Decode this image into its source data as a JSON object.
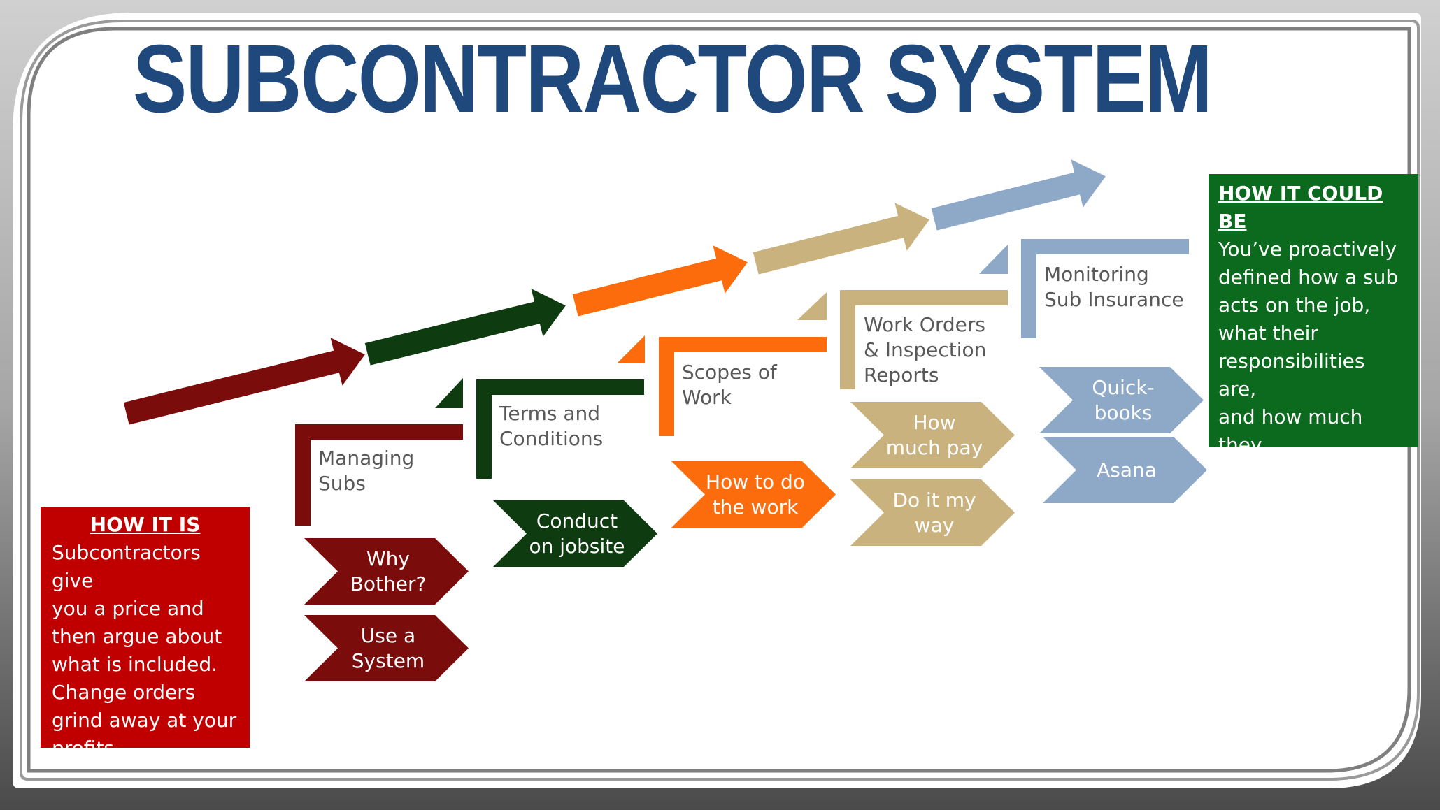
{
  "title": "SUBCONTRACTOR SYSTEM",
  "how_it_is": {
    "heading": "HOW IT IS",
    "text": "Subcontractors give\nyou a price and\nthen argue about\nwhat is included.\nChange orders\ngrind away at your\nprofits.",
    "color": "#c00000"
  },
  "how_it_could_be": {
    "heading": "HOW IT COULD BE",
    "text": "You’ve proactively\ndefined how a sub\nacts on the job,\nwhat their\nresponsibilities are,\nand how much they\nare going to get\npaid.",
    "color": "#0b6a1e"
  },
  "steps": [
    {
      "label": "Managing\nSubs",
      "color": "#7b0c0c",
      "icon": "bracket-step-icon",
      "chevrons": [
        "Why\nBother?",
        "Use a\nSystem"
      ]
    },
    {
      "label": "Terms and\nConditions",
      "color": "#0e3b10",
      "icon": "bracket-step-icon",
      "chevrons": [
        "Conduct\non jobsite"
      ]
    },
    {
      "label": "Scopes of\nWork",
      "color": "#fd6c0c",
      "icon": "bracket-step-icon",
      "chevrons": [
        "How to do\nthe work"
      ]
    },
    {
      "label": "Work Orders\n& Inspection\nReports",
      "color": "#c9b27e",
      "icon": "bracket-step-icon",
      "chevrons": [
        "How\nmuch pay",
        "Do it my\nway"
      ]
    },
    {
      "label": "Monitoring\nSub Insurance",
      "color": "#8ea9c8",
      "icon": "bracket-step-icon",
      "chevrons": [
        "Quick-\nbooks",
        "Asana"
      ]
    }
  ],
  "arrow_colors": [
    "#7b0c0c",
    "#0e3b10",
    "#fd6c0c",
    "#c9b27e",
    "#8ea9c8"
  ],
  "icons": [
    "rising-arrow-icon",
    "chevron-shape-icon",
    "corner-triangle-icon"
  ]
}
